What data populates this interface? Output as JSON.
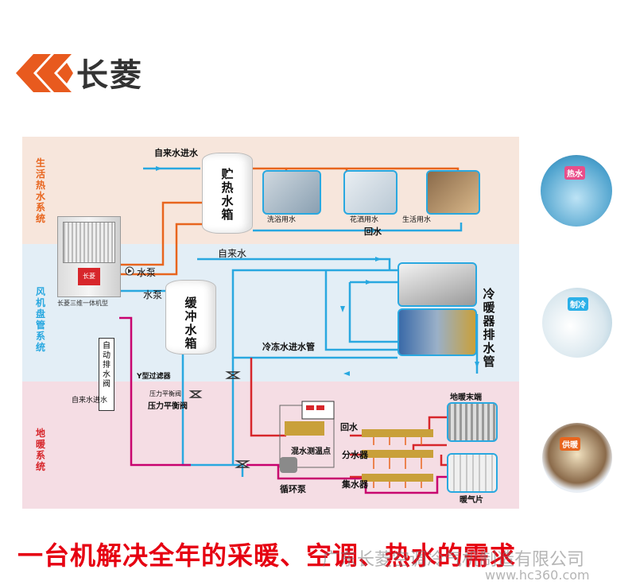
{
  "brand": {
    "name": "长菱",
    "logo_color": "#e85a1e"
  },
  "sections": {
    "hot_water": "生活热水系统",
    "fan_coil": "风机盘管系统",
    "floor_heating": "地暖系统"
  },
  "tanks": {
    "storage": "贮热水箱",
    "buffer": "缓冲水箱"
  },
  "unit": {
    "badge": "长菱",
    "caption": "长菱三维一体机型"
  },
  "labels": {
    "tap_in_top": "自来水进水",
    "tap_mid": "自来水",
    "pump1": "水泵",
    "pump2": "水泵",
    "bath": "洗浴用水",
    "sprinkler": "花洒用水",
    "domestic": "生活用水",
    "return_top": "回水",
    "radiator_drain": "冷暖器排水管",
    "chilled_pipe": "冷冻水进水管",
    "auto_drain": "自动排水阀",
    "y_filter": "Y型过滤器",
    "tap_in_bottom": "自来水进水",
    "pressure_small": "压力平衡阀",
    "pressure": "压力平衡阀",
    "floor_end": "地暖末端",
    "return_bottom": "回水",
    "mix_point": "混水测温点",
    "manifold_out": "分水器",
    "manifold_in": "集水器",
    "circ_pump": "循环泵",
    "radiator": "暖气片"
  },
  "circles": {
    "hot": "热水",
    "cool": "制冷",
    "heat": "供暖"
  },
  "slogan": "一台机解决全年的采暖、空调、热水的需求",
  "watermark": "广东长菱空调冷气机制造有限公司",
  "watermark_url": "www.hc360.com",
  "colors": {
    "hot_pipe": "#e8651e",
    "cold_pipe": "#29a8e0",
    "return_pipe": "#c8006e",
    "heat_pipe": "#d7262b",
    "slogan": "#e60012"
  }
}
